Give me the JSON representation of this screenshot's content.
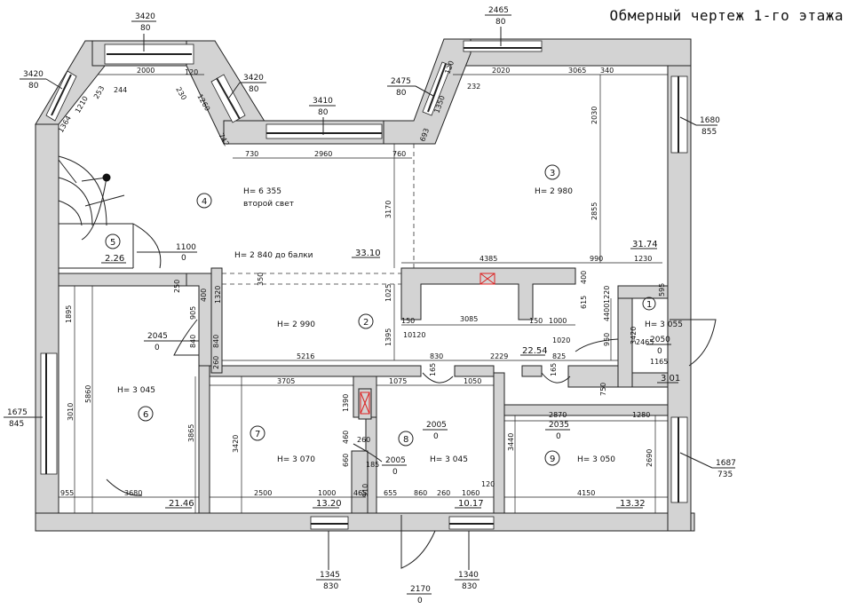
{
  "title": "Обмерный чертеж 1-го этажа",
  "rooms": [
    {
      "num": "1",
      "height": "H= 3 055",
      "area": "3.01"
    },
    {
      "num": "2",
      "height": "H= 2 990",
      "area": "22.54"
    },
    {
      "num": "3",
      "height": "H= 2 980",
      "area": "31.74"
    },
    {
      "num": "4",
      "height": "H= 6 355",
      "note": "второй свет",
      "area": "33.10"
    },
    {
      "num": "5",
      "area": "2.26"
    },
    {
      "num": "6",
      "height": "H= 3 045",
      "area": "21.46"
    },
    {
      "num": "7",
      "height": "H= 3 070",
      "area": "13.20"
    },
    {
      "num": "8",
      "height": "H= 3 045",
      "area": "10.17"
    },
    {
      "num": "9",
      "height": "H= 3 050",
      "area": "13.32"
    }
  ],
  "balcony_note": "H= 2 840 до балки",
  "openings": [
    {
      "top": "3420",
      "bottom": "80"
    },
    {
      "top": "2465",
      "bottom": "80"
    },
    {
      "top": "3420",
      "bottom": "80"
    },
    {
      "top": "3420",
      "bottom": "80"
    },
    {
      "top": "3410",
      "bottom": "80"
    },
    {
      "top": "2475",
      "bottom": "80"
    },
    {
      "top": "1680",
      "bottom": "855"
    },
    {
      "top": "1100",
      "bottom": "0"
    },
    {
      "top": "2045",
      "bottom": "0"
    },
    {
      "top": "2050",
      "bottom": "0"
    },
    {
      "top": "1675",
      "bottom": "845"
    },
    {
      "top": "2005",
      "bottom": "0"
    },
    {
      "top": "2035",
      "bottom": "0"
    },
    {
      "top": "2005",
      "bottom": "0"
    },
    {
      "top": "1687",
      "bottom": "735"
    },
    {
      "top": "1345",
      "bottom": "830"
    },
    {
      "top": "1340",
      "bottom": "830"
    },
    {
      "top": "2170",
      "bottom": "0"
    }
  ],
  "dims": [
    "2000",
    "1210",
    "253",
    "244",
    "120",
    "230",
    "1260",
    "1364",
    "742",
    "730",
    "2960",
    "760",
    "2020",
    "3065",
    "340",
    "232",
    "1350",
    "120",
    "693",
    "2030",
    "2855",
    "3170",
    "4385",
    "990",
    "1230",
    "1025",
    "1320",
    "400",
    "350",
    "250",
    "905",
    "400",
    "840",
    "840",
    "3085",
    "150",
    "150",
    "1000",
    "615",
    "10120",
    "4400",
    "1220",
    "3420",
    "595",
    "950",
    "2465",
    "1020",
    "1395",
    "5216",
    "830",
    "2229",
    "825",
    "260",
    "1165",
    "3705",
    "1075",
    "1050",
    "165",
    "165",
    "750",
    "1390",
    "2870",
    "1280",
    "1895",
    "5860",
    "3010",
    "3865",
    "3420",
    "460",
    "260",
    "660",
    "185",
    "3440",
    "2690",
    "955",
    "3680",
    "2500",
    "1000",
    "465",
    "655",
    "860",
    "260",
    "1060",
    "120",
    "4150",
    "910"
  ]
}
